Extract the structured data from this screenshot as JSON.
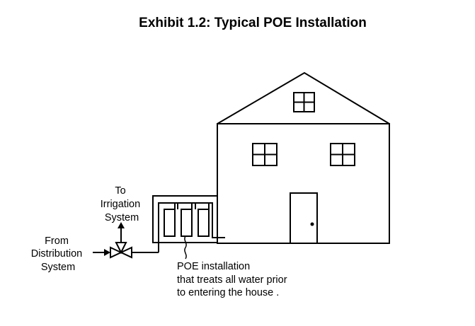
{
  "title": "Exhibit 1.2: Typical POE Installation",
  "labels": {
    "irrigation": [
      "To",
      "Irrigation",
      "System"
    ],
    "distribution": [
      "From",
      "Distribution",
      "System"
    ],
    "poe": [
      "POE installation",
      "that treats all water prior",
      "to entering the house ."
    ]
  }
}
